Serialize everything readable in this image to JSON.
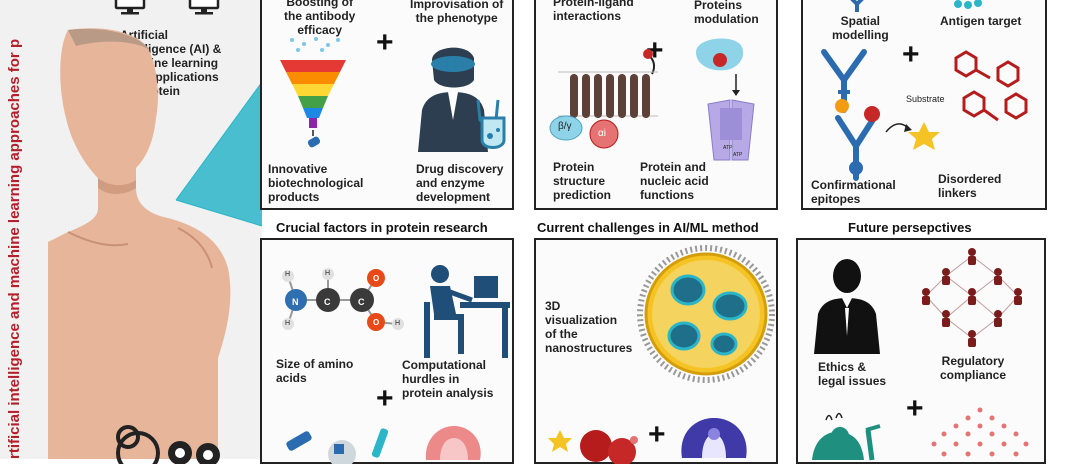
{
  "colors": {
    "accent_red": "#b51f2a",
    "teal": "#2bb5c8",
    "border": "#222222"
  },
  "side_title": "rtificial intelligence and machine learning approaches for p",
  "intro": {
    "l1": "Artificial",
    "l2": "intelligence (AI) &",
    "l3": "Machine learning",
    "l4": "(ML) applications",
    "l5": "for protein"
  },
  "panel1": {
    "t1a": "Boosting of",
    "t1b": "the antibody",
    "t1c": "efficacy",
    "t2a": "Improvisation of",
    "t2b": "the phenotype",
    "t3a": "Innovative",
    "t3b": "biotechnological",
    "t3c": "products",
    "t4a": "Drug discovery",
    "t4b": "and enzyme",
    "t4c": "development",
    "plus": "+"
  },
  "panel2": {
    "t1a": "Protein-ligand",
    "t1b": "interactions",
    "t2a": "Proteins",
    "t2b": "modulation",
    "t3a": "Protein",
    "t3b": "structure",
    "t3c": "prediction",
    "t4a": "Protein and",
    "t4b": "nucleic acid",
    "t4c": "functions",
    "beta_label": "β/γ",
    "alpha_label": "αi",
    "atp1": "ATP",
    "atp2": "ATP",
    "plus": "+"
  },
  "panel3": {
    "t1a": "Spatial",
    "t1b": "modelling",
    "t2": "Antigen target",
    "t3": "Substrate",
    "t4a": "Confirmational",
    "t4b": "epitopes",
    "t5a": "Disordered",
    "t5b": "linkers",
    "plus": "+"
  },
  "titles": {
    "t1": "Crucial factors in protein research",
    "t2": "Current challenges in AI/ML method",
    "t3": "Future persepctives"
  },
  "panel4": {
    "t1a": "Size of amino",
    "t1b": "acids",
    "t2a": "Computational",
    "t2b": "hurdles in",
    "t2c": "protein analysis",
    "atoms": {
      "h": "H",
      "n": "N",
      "c": "C",
      "o": "O"
    },
    "plus": "+"
  },
  "panel5": {
    "t1a": "3D",
    "t1b": "visualization",
    "t1c": "of the",
    "t1d": "nanostructures",
    "plus": "+"
  },
  "panel6": {
    "t1a": "Ethics &",
    "t1b": "legal issues",
    "t2a": "Regulatory",
    "t2b": "compliance",
    "plus": "+"
  }
}
